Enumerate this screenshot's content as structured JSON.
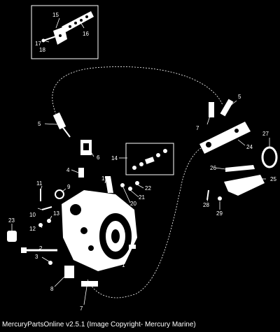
{
  "footer": {
    "copyright": "MercuryPartsOnline v2.5.1 (Image Copyright- Mercury Marine)"
  },
  "callouts": {
    "c1": "1",
    "c2": "2",
    "c3": "3",
    "c4": "4",
    "c5a": "5",
    "c5b": "5",
    "c6": "6",
    "c7a": "7",
    "c7b": "7",
    "c8": "8",
    "c9": "9",
    "c10": "10",
    "c11": "11",
    "c12": "12",
    "c13": "13",
    "c14": "14",
    "c15": "15",
    "c16": "16",
    "c17": "17",
    "c18": "18",
    "c19": "19",
    "c20": "20",
    "c21": "21",
    "c22": "22",
    "c23": "23",
    "c24": "24",
    "c25": "25",
    "c26": "26",
    "c27": "27",
    "c28": "28",
    "c29": "29"
  }
}
